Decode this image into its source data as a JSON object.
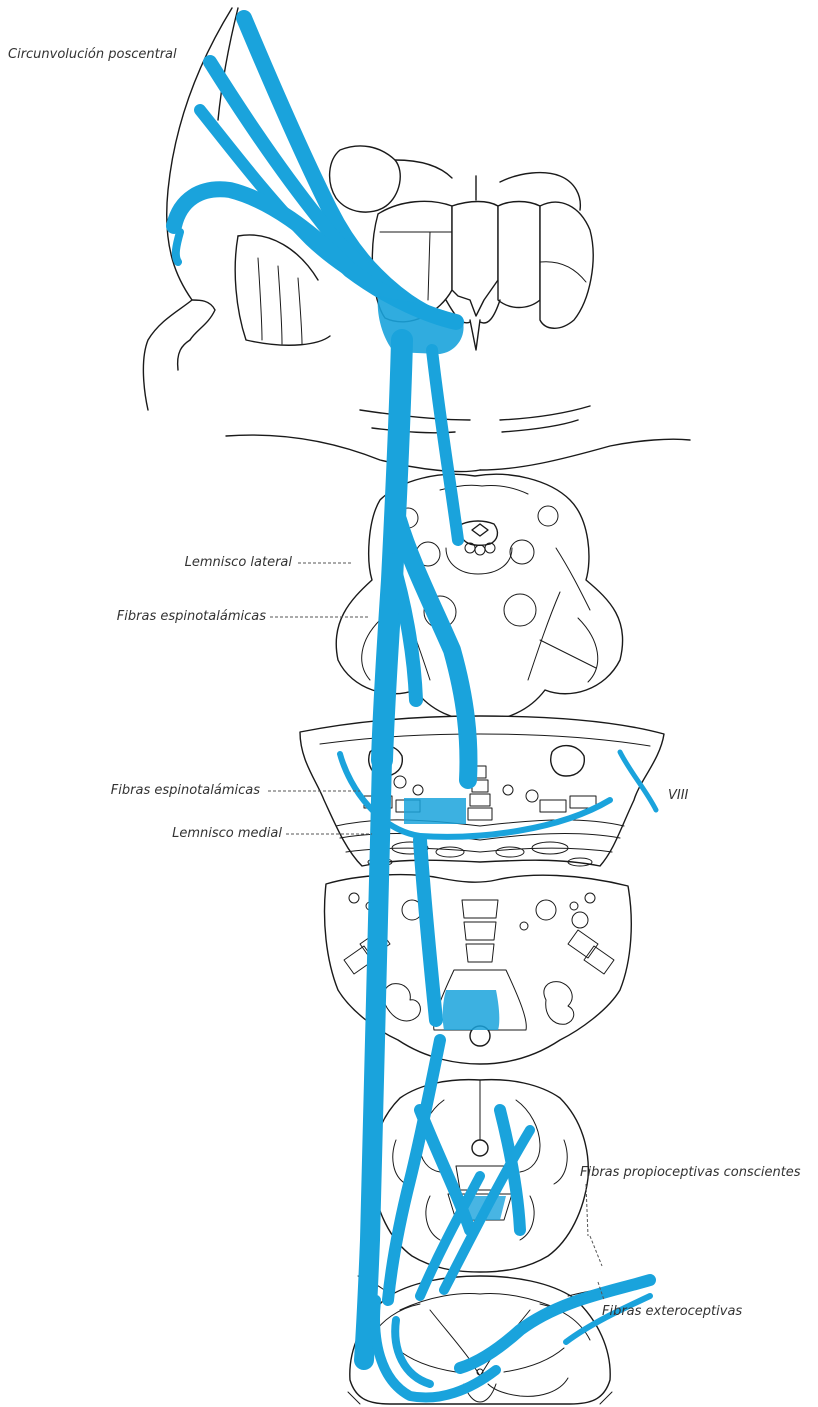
{
  "colors": {
    "pathway": "#1aa3dc",
    "ink": "#1a1a1a",
    "label": "#333333",
    "background": "#ffffff"
  },
  "labels": {
    "postcentral_gyrus": "Circunvolución poscentral",
    "lateral_lemniscus": "Lemnisco lateral",
    "spinothalamic_fibers_upper": "Fibras espinotalámicas",
    "spinothalamic_fibers_lower": "Fibras espinotalámicas",
    "viii_nerve": "VIII",
    "medial_lemniscus": "Lemnisco medial",
    "conscious_proprioceptive_fibers": "Fibras propioceptivas conscientes",
    "exteroceptive_fibers": "Fibras exteroceptivas"
  }
}
